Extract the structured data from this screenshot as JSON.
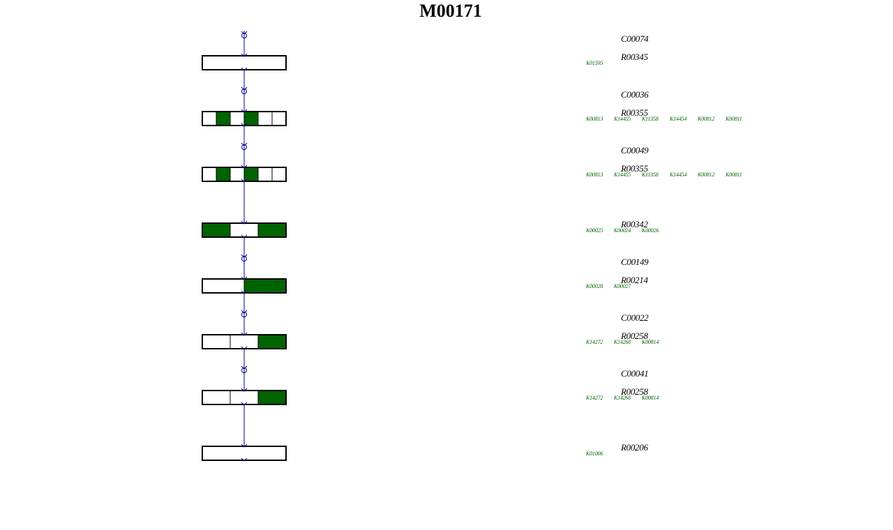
{
  "module_id": "M00171",
  "colors": {
    "filled": "#006400",
    "empty": "#ffffff",
    "line": "#00008b",
    "ko_text": "#006400"
  },
  "compounds": [
    {
      "id": "C00074"
    },
    {
      "id": "C00036"
    },
    {
      "id": "C00049"
    },
    {
      "id": ""
    },
    {
      "id": "C00149"
    },
    {
      "id": "C00022"
    },
    {
      "id": "C00041"
    },
    {
      "id": ""
    }
  ],
  "reactions": [
    {
      "id": "R00345",
      "kos": [
        "K01595"
      ],
      "cells": [
        0
      ]
    },
    {
      "id": "R00355",
      "kos": [
        "K00813",
        "K14455",
        "K11358",
        "K14454",
        "K00812",
        "K00811"
      ],
      "cells": [
        0,
        1,
        0,
        1,
        0,
        0
      ]
    },
    {
      "id": "R00355",
      "kos": [
        "K00813",
        "K14455",
        "K11358",
        "K14454",
        "K00812",
        "K00811"
      ],
      "cells": [
        0,
        1,
        0,
        1,
        0,
        0
      ]
    },
    {
      "id": "R00342",
      "kos": [
        "K00025",
        "K00024",
        "K00026"
      ],
      "cells": [
        1,
        0,
        1
      ]
    },
    {
      "id": "R00214",
      "kos": [
        "K00028",
        "K00027"
      ],
      "cells": [
        0,
        1
      ]
    },
    {
      "id": "R00258",
      "kos": [
        "K14272",
        "K14260",
        "K00814"
      ],
      "cells": [
        0,
        0,
        1
      ]
    },
    {
      "id": "R00258",
      "kos": [
        "K14272",
        "K14260",
        "K00814"
      ],
      "cells": [
        0,
        0,
        1
      ]
    },
    {
      "id": "R00206",
      "kos": [
        "K01006"
      ],
      "cells": [
        0
      ]
    }
  ]
}
